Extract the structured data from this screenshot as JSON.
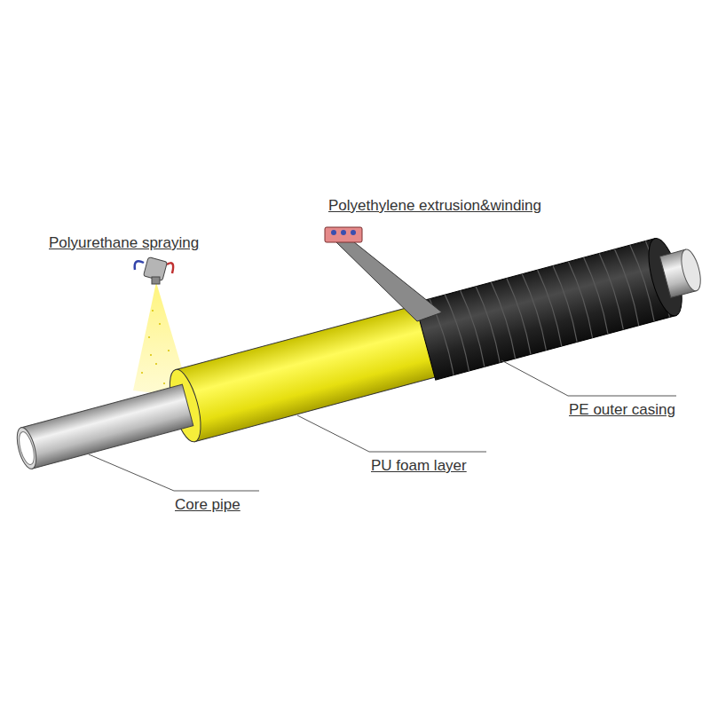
{
  "diagram": {
    "labels": [
      "Polyethylene extrusion&winding",
      "Polyurethane spraying",
      "PE outer casing",
      "PU foam layer",
      "Core pipe"
    ]
  }
}
